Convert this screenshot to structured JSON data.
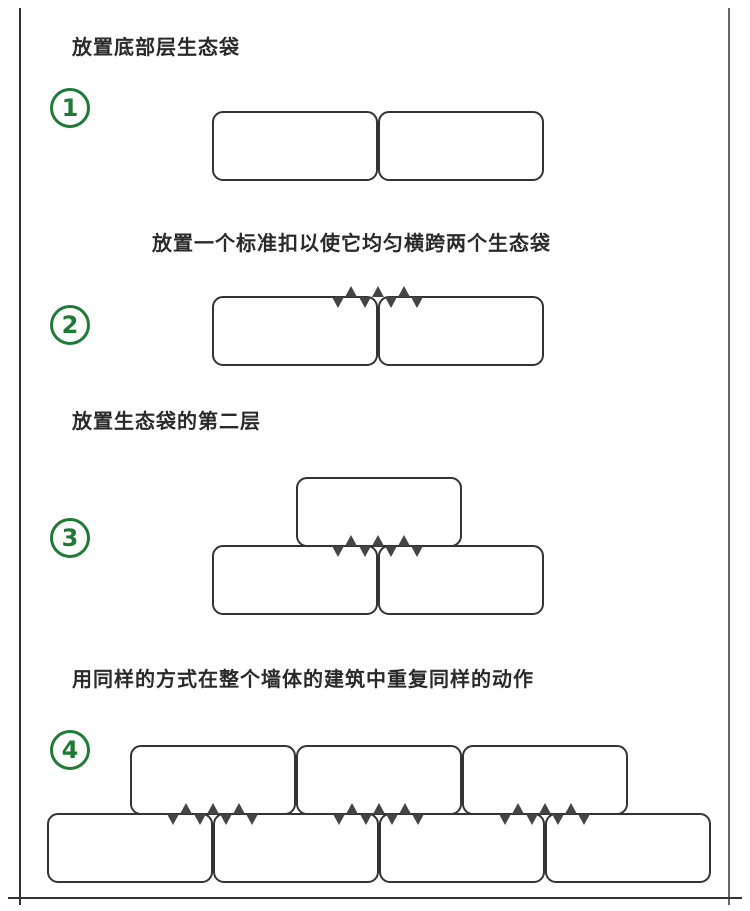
{
  "steps": [
    {
      "number": "1",
      "caption": "放置底部层生态袋"
    },
    {
      "number": "2",
      "caption": "放置一个标准扣以使它均匀横跨两个生态袋"
    },
    {
      "number": "3",
      "caption": "放置生态袋的第二层"
    },
    {
      "number": "4",
      "caption": "用同样的方式在整个墙体的建筑中重复同样的动作"
    }
  ],
  "colors": {
    "accent": "#1f7a35",
    "line": "#333333",
    "connector": "#444444"
  }
}
